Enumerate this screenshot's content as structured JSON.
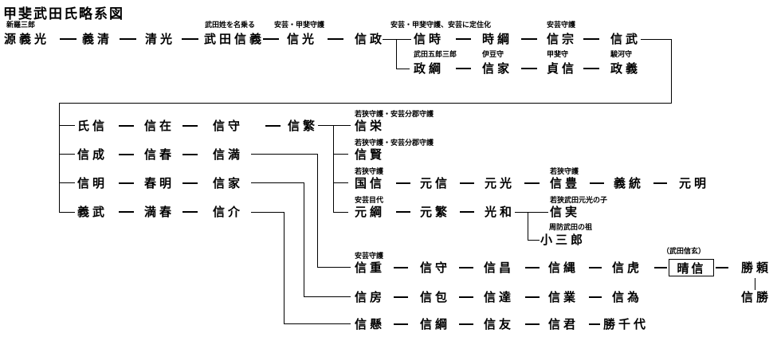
{
  "title": "甲斐武田氏略系図",
  "colors": {
    "text": "#000000",
    "background": "#ffffff",
    "line": "#000000"
  },
  "people": {
    "minamoto_yoshimitsu": {
      "name": "源義光",
      "note": "新羅三郎"
    },
    "yoshikiyo": {
      "name": "義清"
    },
    "kiyomitsu": {
      "name": "清光"
    },
    "takeda_nobuyoshi": {
      "name": "武田信義",
      "note": "武田姓を名乗る"
    },
    "nobumitsu": {
      "name": "信光",
      "note": "安芸・甲斐守護"
    },
    "nobumasa": {
      "name": "信政"
    },
    "nobutoki": {
      "name": "信時",
      "note": "安芸・甲斐守護、安芸に定住化"
    },
    "tokitsuna": {
      "name": "時綱"
    },
    "nobumune": {
      "name": "信宗",
      "note": "安芸守護"
    },
    "nobutake": {
      "name": "信武"
    },
    "masatsuna": {
      "name": "政綱",
      "note": "武田五郎三郎"
    },
    "nobuie": {
      "name": "信家",
      "note": "伊豆守"
    },
    "sadanobu": {
      "name": "貞信",
      "note": "甲斐守"
    },
    "masayoshi": {
      "name": "政義",
      "note": "駿河守"
    },
    "ujinobu": {
      "name": "氏信"
    },
    "nobuari": {
      "name": "信在"
    },
    "nobumori": {
      "name": "信守"
    },
    "nobushige": {
      "name": "信繁"
    },
    "nobunari": {
      "name": "信成"
    },
    "nobuharu": {
      "name": "信春"
    },
    "nobumitsu_b": {
      "name": "信満"
    },
    "nobuaki": {
      "name": "信明"
    },
    "haruaki": {
      "name": "春明"
    },
    "nobuie_b": {
      "name": "信家"
    },
    "yoshitake": {
      "name": "義武"
    },
    "mitsuharu": {
      "name": "満春"
    },
    "nobusuke": {
      "name": "信介"
    },
    "nobuhide": {
      "name": "信栄",
      "note": "若狭守護・安芸分郡守護"
    },
    "nobukata": {
      "name": "信賢",
      "note": "若狭守護・安芸分郡守護"
    },
    "kuninobu": {
      "name": "国信",
      "note": "若狭守護"
    },
    "motonobu": {
      "name": "元信"
    },
    "motomitsu": {
      "name": "元光"
    },
    "nobutoyo": {
      "name": "信豊",
      "note": "若狭守護"
    },
    "yoshimune": {
      "name": "義統"
    },
    "motoaki": {
      "name": "元明"
    },
    "mototsuna": {
      "name": "元綱",
      "note": "安芸目代"
    },
    "motoshige": {
      "name": "元繁"
    },
    "mitsukazu": {
      "name": "光和"
    },
    "nobuzane": {
      "name": "信実",
      "note": "若狭武田元光の子"
    },
    "kosaburo": {
      "name": "小三郎",
      "note": "周防武田の祖"
    },
    "nobushige_b": {
      "name": "信重",
      "note": "安芸守護"
    },
    "nobumori_b": {
      "name": "信守"
    },
    "nobumasa_b": {
      "name": "信昌"
    },
    "nobutsuna": {
      "name": "信縄"
    },
    "nobutora": {
      "name": "信虎"
    },
    "harunobu": {
      "name": "晴信",
      "note": "（武田信玄）"
    },
    "katsuyori": {
      "name": "勝頼"
    },
    "nobukatsu": {
      "name": "信勝"
    },
    "nobufusa": {
      "name": "信房"
    },
    "nobukane": {
      "name": "信包"
    },
    "nobutate": {
      "name": "信達"
    },
    "nobunari_b": {
      "name": "信業"
    },
    "nobutame": {
      "name": "信為"
    },
    "nobukake": {
      "name": "信懸"
    },
    "nobutsuna_b": {
      "name": "信綱"
    },
    "nobutomo": {
      "name": "信友"
    },
    "nobukimi": {
      "name": "信君"
    },
    "katsuchiyo": {
      "name": "勝千代"
    }
  }
}
